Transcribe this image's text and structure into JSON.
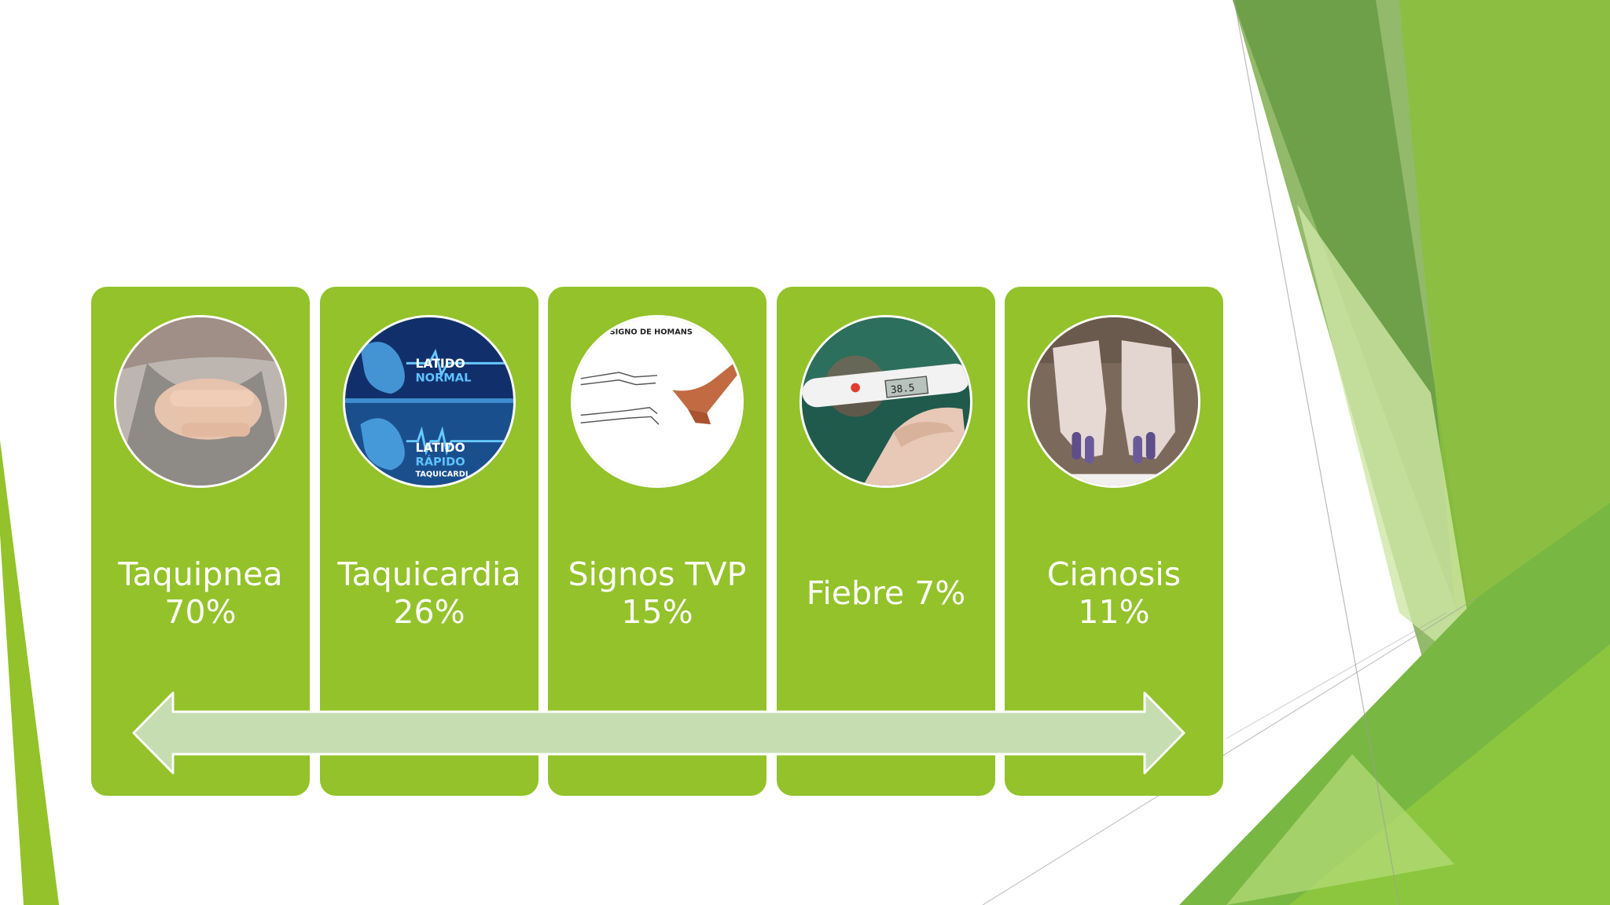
{
  "colors": {
    "card": "#93c22a",
    "arrow": "#c5ddb0",
    "accent_dark": "#4f8a2b",
    "accent_mid": "#6ea338",
    "accent_light": "#a9d24f",
    "accent_pale": "#dcedbe"
  },
  "cards": [
    {
      "label": "Taquipnea 70%",
      "icon": "chest-pain-photo"
    },
    {
      "label": "Taquicardia 26%",
      "icon": "heart-rate-photo",
      "image_text": {
        "top": "LATIDO",
        "top_sub": "NORMAL",
        "bottom": "LATIDO",
        "bottom_sub": "RÁPIDO",
        "bottom_caption": "TAQUICARDI"
      }
    },
    {
      "label": "Signos TVP 15%",
      "icon": "homans-sign-photo",
      "image_text": {
        "caption": "SIGNO DE HOMANS"
      }
    },
    {
      "label": "Fiebre 7%",
      "icon": "thermometer-photo",
      "image_text": {
        "reading": "38.5"
      }
    },
    {
      "label": "Cianosis 11%",
      "icon": "cyanosis-hands-photo"
    }
  ]
}
